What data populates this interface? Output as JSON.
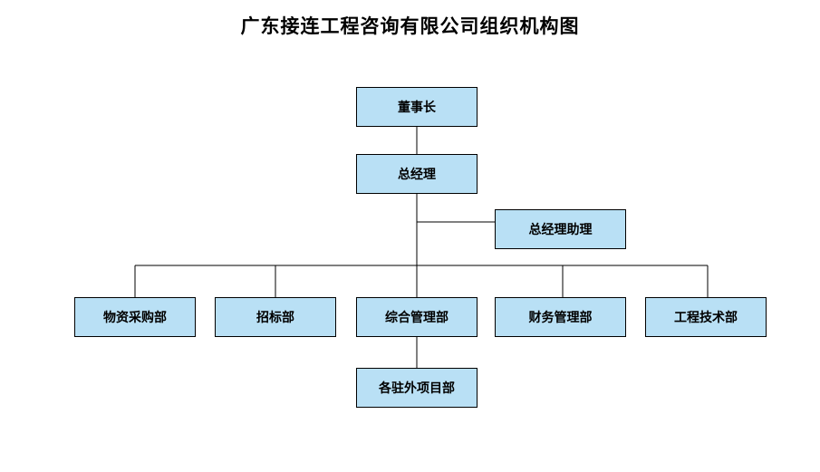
{
  "title": "广东接连工程咨询有限公司组织机构图",
  "org": {
    "chairman": "董事长",
    "general_manager": "总经理",
    "gm_assistant": "总经理助理",
    "departments": {
      "materials_procurement": "物资采购部",
      "bidding": "招标部",
      "general_admin": "综合管理部",
      "finance": "财务管理部",
      "engineering_tech": "工程技术部"
    },
    "branch_projects": "各驻外项目部"
  },
  "colors": {
    "box_fill": "#b9e0f5",
    "box_border": "#000000",
    "line": "#000000"
  }
}
